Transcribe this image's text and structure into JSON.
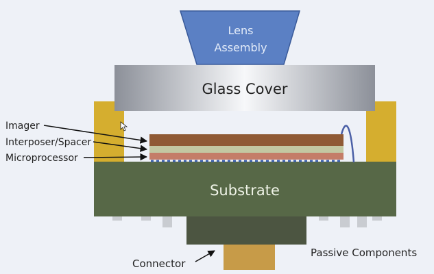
{
  "diagram": {
    "components": {
      "lens": {
        "line1": "Lens",
        "line2": "Assembly"
      },
      "glass_cover": "Glass Cover",
      "substrate": "Substrate"
    },
    "callouts": {
      "imager": "Imager",
      "interposer": "Interposer/Spacer",
      "microprocessor": "Microprocessor",
      "connector": "Connector",
      "passive_components": "Passive Components"
    },
    "colors": {
      "background": "#eef1f7",
      "lens": "#5b80c4",
      "glass_cover": "#a5a9b2",
      "side_supports": "#d5ae2f",
      "imager": "#8f5a35",
      "interposer": "#c3c8a2",
      "microprocessor": "#c47d68",
      "solder_bumps": "#3e62b0",
      "wire_bond": "#4a5fa6",
      "substrate": "#576847",
      "connector_housing": "#4c5541",
      "connector_pin": "#c79b48",
      "passive_components": "#c9ccd1"
    }
  }
}
